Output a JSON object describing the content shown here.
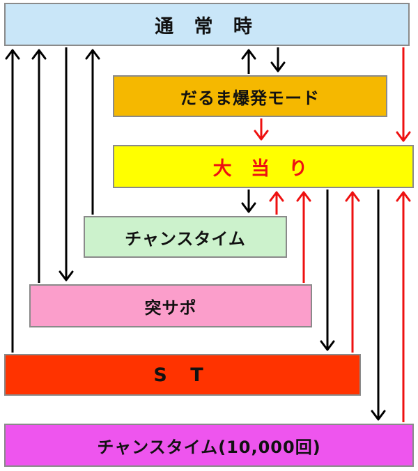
{
  "diagram": {
    "nodes": {
      "normal": {
        "label": "通 常 時",
        "color": "#c9e6f8"
      },
      "daruma": {
        "label": "だるま爆発モード",
        "color": "#f5b800"
      },
      "bonus": {
        "label": "大 当 り",
        "color": "#ffff00",
        "text_color": "#ee1111"
      },
      "chance": {
        "label": "チャンスタイム",
        "color": "#ccf2cc"
      },
      "totsu": {
        "label": "突サポ",
        "color": "#fb9ecb"
      },
      "st": {
        "label": "S T",
        "color": "#ff3300"
      },
      "chance10k": {
        "label": "チャンスタイム(10,000回)",
        "color": "#ee55ee"
      }
    },
    "edges": [
      {
        "from": "normal",
        "to": "daruma",
        "color": "#000000"
      },
      {
        "from": "daruma",
        "to": "normal",
        "color": "#000000"
      },
      {
        "from": "daruma",
        "to": "bonus",
        "color": "#ee1111"
      },
      {
        "from": "normal",
        "to": "bonus",
        "color": "#ee1111"
      },
      {
        "from": "bonus",
        "to": "chance",
        "color": "#000000"
      },
      {
        "from": "chance",
        "to": "bonus",
        "color": "#ee1111"
      },
      {
        "from": "totsu",
        "to": "bonus",
        "color": "#ee1111"
      },
      {
        "from": "bonus",
        "to": "st",
        "color": "#000000"
      },
      {
        "from": "st",
        "to": "bonus",
        "color": "#ee1111"
      },
      {
        "from": "bonus",
        "to": "chance10k",
        "color": "#000000"
      },
      {
        "from": "chance10k",
        "to": "bonus",
        "color": "#ee1111"
      },
      {
        "from": "chance",
        "to": "normal",
        "color": "#000000"
      },
      {
        "from": "normal",
        "to": "totsu",
        "color": "#000000"
      },
      {
        "from": "totsu",
        "to": "normal",
        "color": "#000000"
      },
      {
        "from": "st",
        "to": "normal",
        "color": "#000000"
      }
    ]
  }
}
